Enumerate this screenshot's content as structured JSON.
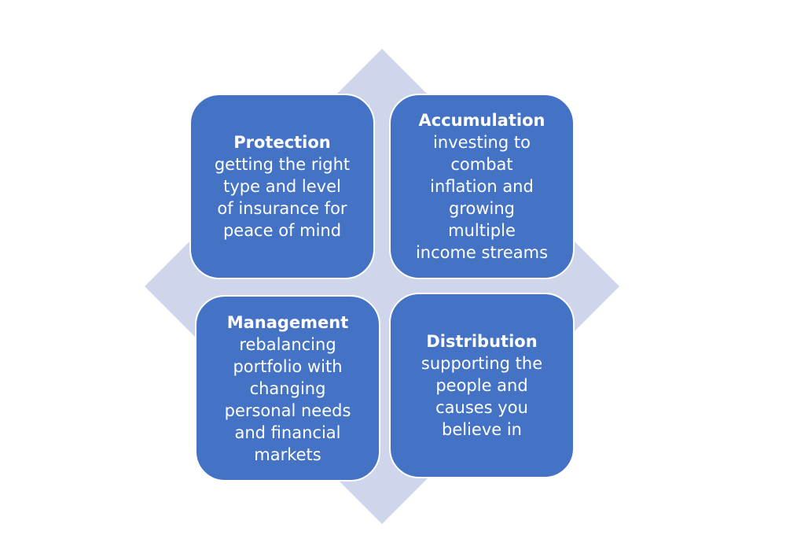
{
  "diagram": {
    "background_color": "#cfd5eb",
    "tile_color": "#4472c4",
    "tiles": [
      {
        "title": "Protection",
        "description": "getting the right\ntype and level\nof insurance for\npeace of mind"
      },
      {
        "title": "Accumulation",
        "description": "investing to\ncombat\ninflation and\ngrowing\nmultiple\nincome streams"
      },
      {
        "title": "Management",
        "description": "rebalancing\nportfolio with\nchanging\npersonal needs\nand  financial\nmarkets"
      },
      {
        "title": "Distribution",
        "description": "supporting the\npeople and\ncauses you\nbelieve in"
      }
    ]
  }
}
